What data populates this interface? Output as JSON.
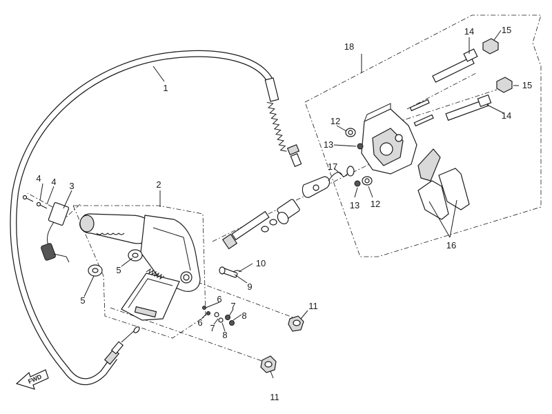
{
  "diagram": {
    "type": "exploded-parts-view",
    "fwd_label": "FWD",
    "callouts": [
      {
        "id": "c1",
        "text": "1"
      },
      {
        "id": "c2",
        "text": "2"
      },
      {
        "id": "c3",
        "text": "3"
      },
      {
        "id": "c4a",
        "text": "4"
      },
      {
        "id": "c4b",
        "text": "4"
      },
      {
        "id": "c5a",
        "text": "5"
      },
      {
        "id": "c5b",
        "text": "5"
      },
      {
        "id": "c6a",
        "text": "6"
      },
      {
        "id": "c6b",
        "text": "6"
      },
      {
        "id": "c7a",
        "text": "7"
      },
      {
        "id": "c7b",
        "text": "7"
      },
      {
        "id": "c8a",
        "text": "8"
      },
      {
        "id": "c8b",
        "text": "8"
      },
      {
        "id": "c9",
        "text": "9"
      },
      {
        "id": "c10",
        "text": "10"
      },
      {
        "id": "c11a",
        "text": "11"
      },
      {
        "id": "c11b",
        "text": "11"
      },
      {
        "id": "c12a",
        "text": "12"
      },
      {
        "id": "c12b",
        "text": "12"
      },
      {
        "id": "c13a",
        "text": "13"
      },
      {
        "id": "c13b",
        "text": "13"
      },
      {
        "id": "c14a",
        "text": "14"
      },
      {
        "id": "c14b",
        "text": "14"
      },
      {
        "id": "c15a",
        "text": "15"
      },
      {
        "id": "c15b",
        "text": "15"
      },
      {
        "id": "c16",
        "text": "16"
      },
      {
        "id": "c17",
        "text": "17"
      },
      {
        "id": "c18",
        "text": "18"
      }
    ]
  }
}
